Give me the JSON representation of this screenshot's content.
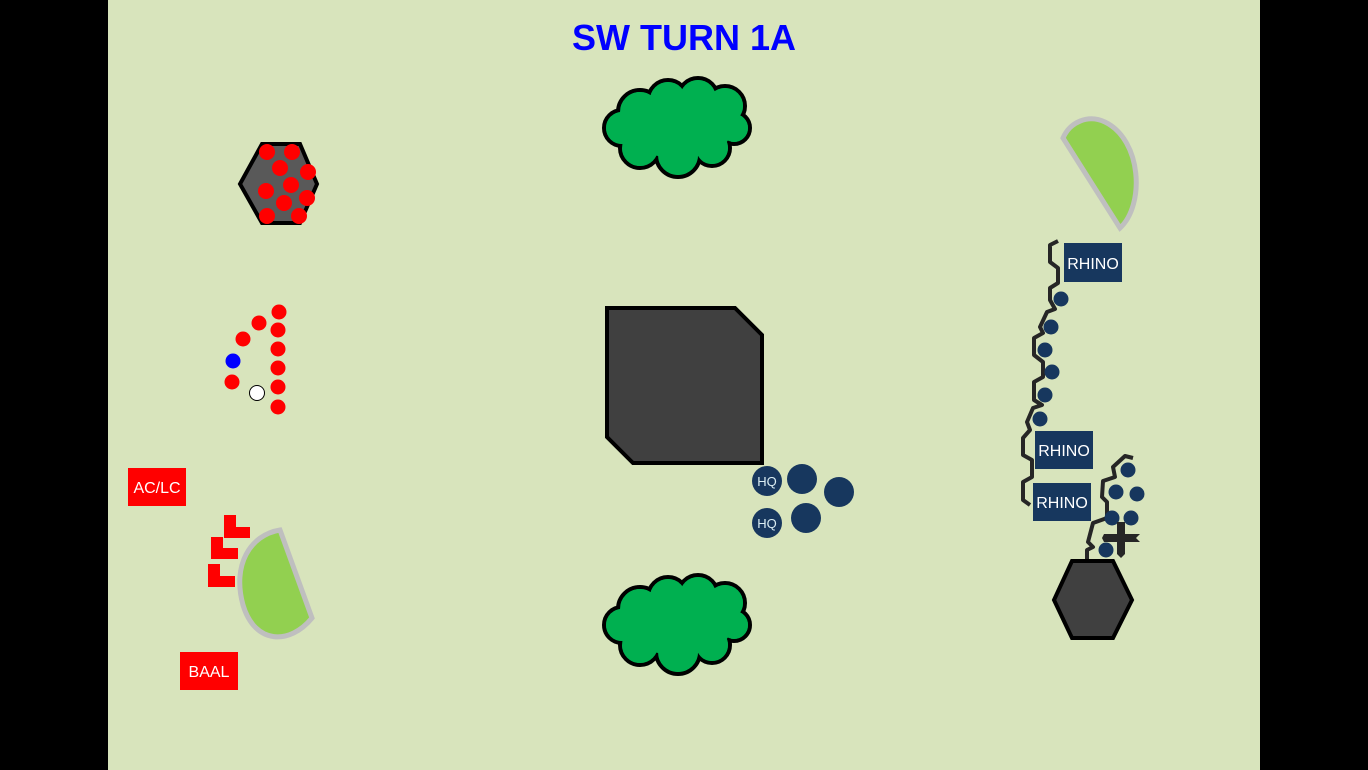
{
  "slide": {
    "title": "SW TURN 1A",
    "title_color": "#0000ff",
    "background_color": "#d8e4bc"
  },
  "labels": {
    "ac_lc": "AC/LC",
    "baal": "BAAL",
    "rhino_1": "RHINO",
    "rhino_2": "RHINO",
    "rhino_3": "RHINO",
    "hq_1": "HQ",
    "hq_2": "HQ"
  },
  "colors": {
    "red_army": "#ff0000",
    "blue_army": "#17375e",
    "woods": "#00b050",
    "hill": "#92d050",
    "building": "#404040"
  }
}
